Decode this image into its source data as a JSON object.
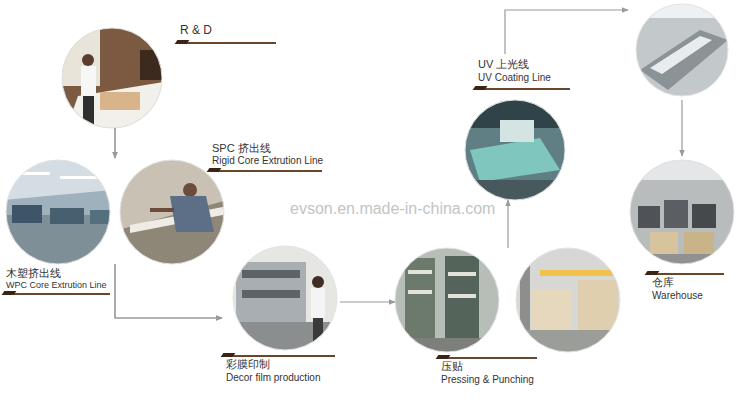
{
  "diagram": {
    "nodes": [
      {
        "text": [
          "R & D"
        ]
      },
      {
        "text": [
          "SPC 挤出线",
          "Rigid Core Extrution Line"
        ]
      },
      {
        "text": [
          "木塑挤出线",
          "WPC Core Extrution Line"
        ]
      },
      {
        "text": [
          "彩膜印制",
          "Decor film production"
        ]
      },
      {
        "text": [
          "压贴",
          "Pressing & Punching"
        ]
      },
      {
        "text": [
          "UV 上光线",
          "UV Coating Line"
        ]
      },
      {
        "text": [
          "仓库",
          "Warehouse"
        ]
      }
    ],
    "edges": [
      {
        "from": 0,
        "to": 1,
        "arrow": "to"
      },
      {
        "from": 0,
        "to": 2,
        "arrow": "to"
      },
      {
        "from": 1,
        "to": 3,
        "arrow": "to"
      },
      {
        "from": 2,
        "to": 3,
        "arrow": "to"
      },
      {
        "from": 3,
        "to": 4,
        "arrow": "to"
      },
      {
        "from": 4,
        "to": 5,
        "arrow": "to"
      },
      {
        "from": 5,
        "to": 6,
        "arrow": "to"
      }
    ],
    "labels": [
      "evson.en.made-in-china.com"
    ]
  }
}
